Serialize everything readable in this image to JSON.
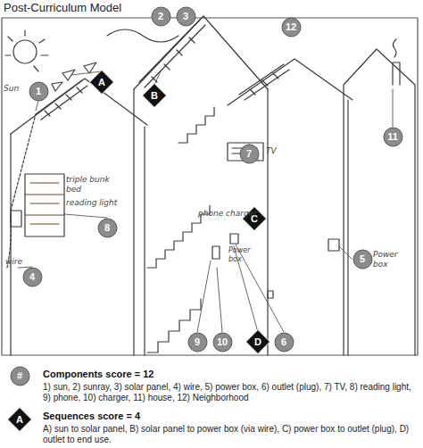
{
  "diagram": {
    "title": "Post-Curriculum Model",
    "nodes": [
      {
        "text": [
          "2"
        ]
      },
      {
        "text": [
          "3"
        ]
      },
      {
        "text": [
          "12"
        ]
      },
      {
        "text": [
          "1"
        ]
      },
      {
        "text": [
          "A"
        ]
      },
      {
        "text": [
          "B"
        ]
      },
      {
        "text": [
          "7"
        ]
      },
      {
        "text": [
          "11"
        ]
      },
      {
        "text": [
          "8"
        ]
      },
      {
        "text": [
          "C"
        ]
      },
      {
        "text": [
          "5"
        ]
      },
      {
        "text": [
          "4"
        ]
      },
      {
        "text": [
          "9"
        ]
      },
      {
        "text": [
          "10"
        ]
      },
      {
        "text": [
          "D"
        ]
      },
      {
        "text": [
          "6"
        ]
      },
      {
        "text": [
          "#"
        ]
      },
      {
        "text": [
          "A"
        ]
      }
    ],
    "labels": [
      "Sun",
      "triple bunk bed",
      "reading light",
      "TV",
      "phone charger",
      "Power box",
      "Power box",
      "wire",
      "Components score = 12",
      "1) sun, 2) sunray, 3) solar panel, 4) wire, 5) power box, 6) outlet (plug), 7) TV, 8) reading light, 9) phone, 10) charger, 11) house, 12) Neighborhood",
      "Sequences score = 4",
      "A) sun to solar panel, B) solar panel to power box (via wire), C) power box to outlet (plug), D) outlet to end use."
    ]
  }
}
